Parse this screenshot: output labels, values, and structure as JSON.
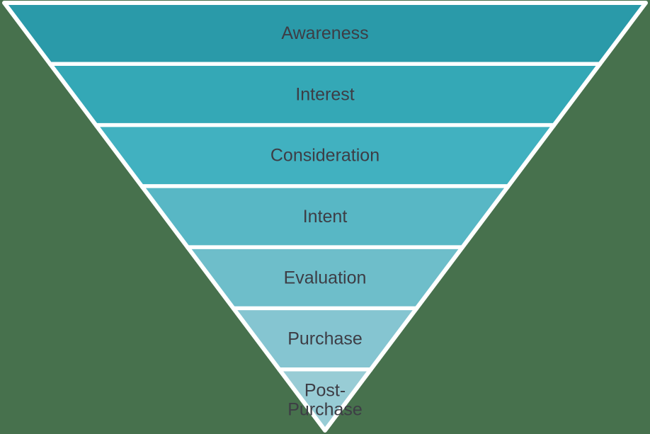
{
  "colors": {
    "background": "#47714d",
    "separator": "#ffffff",
    "label_text": "#3d3d45"
  },
  "funnel": {
    "stages": [
      {
        "label": "Awareness",
        "color": "#2a9aa9"
      },
      {
        "label": "Interest",
        "color": "#34a8b6"
      },
      {
        "label": "Consideration",
        "color": "#41b1c0"
      },
      {
        "label": "Intent",
        "color": "#58b7c5"
      },
      {
        "label": "Evaluation",
        "color": "#6ebeca"
      },
      {
        "label": "Purchase",
        "color": "#85c5d1"
      },
      {
        "label": "Post-Purchase",
        "color": "#98ccd5",
        "label_lines": [
          "Post-",
          "Purchase"
        ]
      }
    ]
  },
  "chart_data": {
    "type": "funnel",
    "title": "",
    "categories": [
      "Awareness",
      "Interest",
      "Consideration",
      "Intent",
      "Evaluation",
      "Purchase",
      "Post-Purchase"
    ],
    "orientation": "inverted-pyramid",
    "levels": 7,
    "legend": "none",
    "grid": "off"
  }
}
